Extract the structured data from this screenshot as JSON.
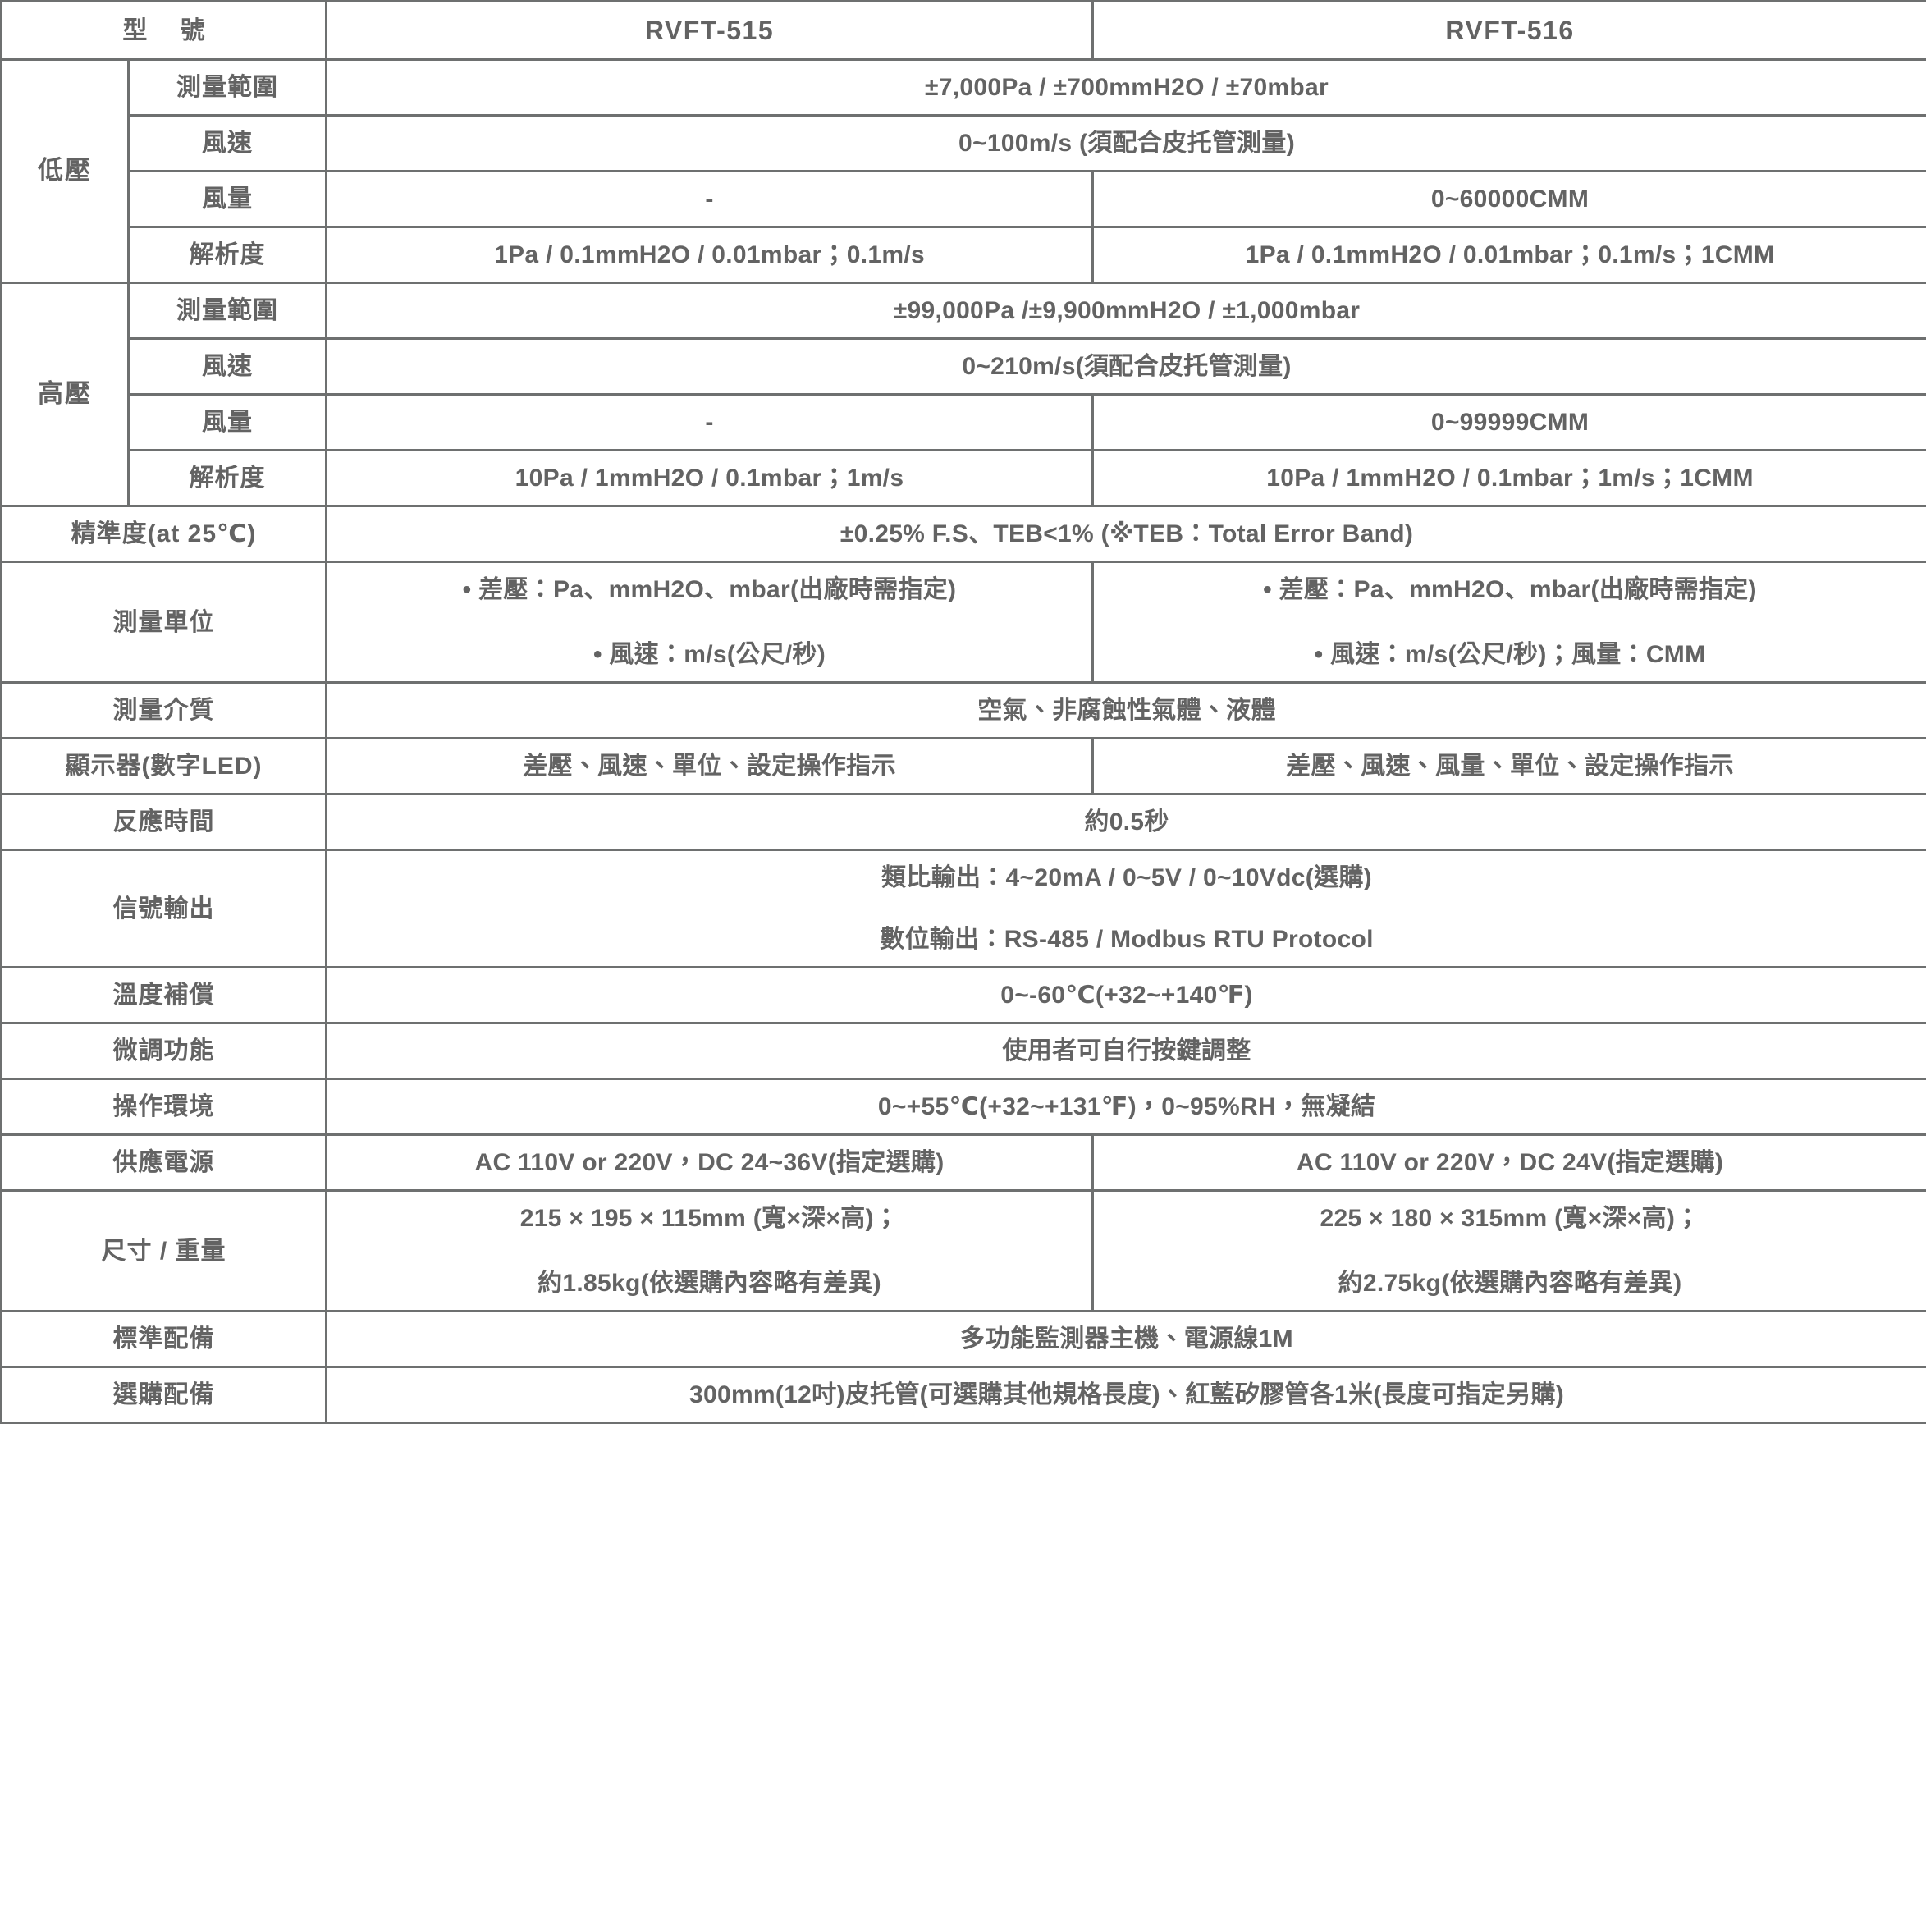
{
  "header": {
    "model_label": "型  號",
    "models": [
      "RVFT-515",
      "RVFT-516"
    ]
  },
  "groups": {
    "low_pressure": "低壓",
    "high_pressure": "高壓"
  },
  "sub_labels": {
    "range": "測量範圍",
    "wind_speed": "風速",
    "air_volume": "風量",
    "resolution": "解析度"
  },
  "low_pressure": {
    "range_both": "±7,000Pa / ±700mmH2O / ±70mbar",
    "wind_speed_both": "0~100m/s (須配合皮托管測量)",
    "air_volume_515": "-",
    "air_volume_516": "0~60000CMM",
    "resolution_515": "1Pa / 0.1mmH2O / 0.01mbar；0.1m/s",
    "resolution_516": "1Pa / 0.1mmH2O / 0.01mbar；0.1m/s；1CMM"
  },
  "high_pressure": {
    "range_both": "±99,000Pa /±9,900mmH2O / ±1,000mbar",
    "wind_speed_both": "0~210m/s(須配合皮托管測量)",
    "air_volume_515": "-",
    "air_volume_516": "0~99999CMM",
    "resolution_515": "10Pa / 1mmH2O / 0.1mbar；1m/s",
    "resolution_516": "10Pa / 1mmH2O / 0.1mbar；1m/s；1CMM"
  },
  "rows": {
    "accuracy": {
      "label": "精準度(at 25℃)",
      "value": "±0.25% F.S、TEB<1% (※TEB：Total Error Band)"
    },
    "measure_unit": {
      "label": "測量單位",
      "value_515_line1": "• 差壓：Pa、mmH2O、mbar(出廠時需指定)",
      "value_515_line2": "• 風速：m/s(公尺/秒)",
      "value_516_line1": "• 差壓：Pa、mmH2O、mbar(出廠時需指定)",
      "value_516_line2": "• 風速：m/s(公尺/秒)；風量：CMM"
    },
    "measure_medium": {
      "label": "測量介質",
      "value": "空氣、非腐蝕性氣體、液體"
    },
    "display": {
      "label": "顯示器(數字LED)",
      "value_515": "差壓、風速、單位、設定操作指示",
      "value_516": "差壓、風速、風量、單位、設定操作指示"
    },
    "response_time": {
      "label": "反應時間",
      "value": "約0.5秒"
    },
    "signal_output": {
      "label": "信號輸出",
      "value_line1": "類比輸出：4~20mA / 0~5V / 0~10Vdc(選購)",
      "value_line2": "數位輸出：RS-485 / Modbus RTU Protocol"
    },
    "temp_compensation": {
      "label": "溫度補償",
      "value": "0~-60℃(+32~+140℉)"
    },
    "fine_tune": {
      "label": "微調功能",
      "value": "使用者可自行按鍵調整"
    },
    "operating_env": {
      "label": "操作環境",
      "value": "0~+55℃(+32~+131℉)，0~95%RH，無凝結"
    },
    "power_supply": {
      "label": "供應電源",
      "value_515": "AC 110V or 220V，DC 24~36V(指定選購)",
      "value_516": "AC 110V or 220V，DC 24V(指定選購)"
    },
    "dimension_weight": {
      "label": "尺寸 / 重量",
      "value_515_line1": "215 × 195 × 115mm (寬×深×高)；",
      "value_515_line2": "約1.85kg(依選購內容略有差異)",
      "value_516_line1": "225 × 180 × 315mm (寬×深×高)；",
      "value_516_line2": "約2.75kg(依選購內容略有差異)"
    },
    "standard_accessories": {
      "label": "標準配備",
      "value": "多功能監測器主機、電源線1M"
    },
    "optional_accessories": {
      "label": "選購配備",
      "value": "300mm(12吋)皮托管(可選購其他規格長度)、紅藍矽膠管各1米(長度可指定另購)"
    }
  },
  "colors": {
    "text": "#636363",
    "border": "#6e7070",
    "background": "#ffffff"
  }
}
